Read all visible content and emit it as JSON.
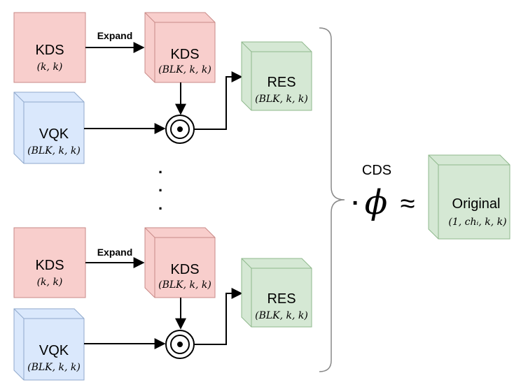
{
  "colors": {
    "kds_fill": "#f8cecc",
    "kds_stroke": "#c98a87",
    "vqk_fill": "#dae8fc",
    "vqk_stroke": "#90a9cc",
    "res_fill": "#d5e8d4",
    "res_stroke": "#8fb88c",
    "line": "#000000"
  },
  "top_group": {
    "kds_input": {
      "label": "KDS",
      "shape": "(k, k)"
    },
    "expand_label": "Expand",
    "kds_expanded": {
      "label": "KDS",
      "shape": "(BLK, k, k)"
    },
    "vqk": {
      "label": "VQK",
      "shape": "(BLK, k, k)"
    },
    "operator_icon": "odot-icon",
    "res": {
      "label": "RES",
      "shape": "(BLK, k, k)"
    }
  },
  "bottom_group": {
    "kds_input": {
      "label": "KDS",
      "shape": "(k, k)"
    },
    "expand_label": "Expand",
    "kds_expanded": {
      "label": "KDS",
      "shape": "(BLK, k, k)"
    },
    "vqk": {
      "label": "VQK",
      "shape": "(BLK, k, k)"
    },
    "operator_icon": "odot-icon",
    "res": {
      "label": "RES",
      "shape": "(BLK, k, k)"
    }
  },
  "ellipsis": ".",
  "combine": {
    "cds_label": "CDS",
    "dot": "·",
    "phi": "ϕ",
    "approx": "≈"
  },
  "original": {
    "label": "Original",
    "shape": "(1, chᵢ, k, k)"
  }
}
